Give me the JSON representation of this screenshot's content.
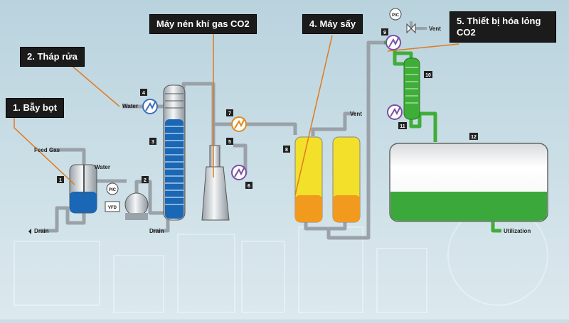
{
  "callouts": {
    "c1": "1. Bẫy bọt",
    "c2": "2. Tháp rửa",
    "c3": "Máy nén khí gas CO2",
    "c4": "4. Máy sấy",
    "c5": "5. Thiết bị hóa lỏng CO2"
  },
  "stream_labels": {
    "feed_gas": "Feed Gas",
    "water_trap": "Water",
    "water_tower": "Water",
    "drain_trap": "Drain",
    "drain_tower": "Drain",
    "vent_dryer": "Vent",
    "vent_liquefier": "Vent",
    "utilization": "Utilization"
  },
  "instruments": {
    "pic_trap": "PIC",
    "vfd": "VFD",
    "pic_top": "PIC"
  },
  "numbers": [
    "1",
    "2",
    "3",
    "4",
    "5",
    "6",
    "7",
    "8",
    "9",
    "10",
    "11",
    "12"
  ],
  "colors": {
    "pipe": "#9aa1a8",
    "pipe_green": "#3fae38",
    "water_blue": "#1a67b5",
    "dryer_yellow": "#f2e02a",
    "dryer_orange": "#f29a1e",
    "liquid_green": "#3aa83a",
    "leader": "#e07a1f",
    "heat_exchanger": "#7b4fa6"
  }
}
